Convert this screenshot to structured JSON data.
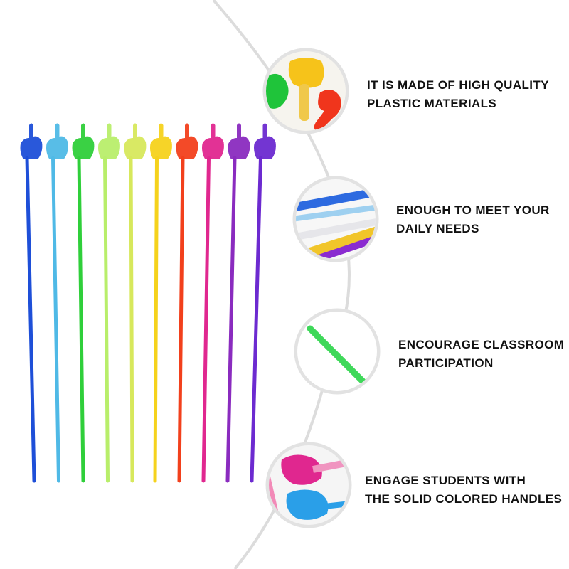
{
  "colors": {
    "background": "#ffffff",
    "arc": "#dcdcdc",
    "circle_border": "#e2e2e2",
    "text": "#111111"
  },
  "pointers": [
    {
      "color": "#1e4fd8",
      "name": "blue"
    },
    {
      "color": "#4fb9e6",
      "name": "sky-blue"
    },
    {
      "color": "#2fcf3a",
      "name": "green"
    },
    {
      "color": "#b8ee6a",
      "name": "lime"
    },
    {
      "color": "#d7e85c",
      "name": "yellow-green"
    },
    {
      "color": "#f5d21c",
      "name": "yellow"
    },
    {
      "color": "#f2401c",
      "name": "red"
    },
    {
      "color": "#e0278f",
      "name": "magenta"
    },
    {
      "color": "#8a2bbf",
      "name": "purple"
    },
    {
      "color": "#6c2ad0",
      "name": "violet"
    }
  ],
  "features": [
    {
      "line1": "IT IS MADE OF HIGH QUALITY",
      "line2": "PLASTIC MATERIALS",
      "thumb_icon": "pointer-heads-icon"
    },
    {
      "line1": "ENOUGH TO MEET YOUR",
      "line2": "DAILY NEEDS",
      "thumb_icon": "pointer-sticks-icon"
    },
    {
      "line1": "ENCOURAGE CLASSROOM",
      "line2": "PARTICIPATION",
      "thumb_icon": "green-stick-icon"
    },
    {
      "line1": "ENGAGE STUDENTS WITH",
      "line2": "THE SOLID COLORED HANDLES",
      "thumb_icon": "colored-handles-icon"
    }
  ]
}
